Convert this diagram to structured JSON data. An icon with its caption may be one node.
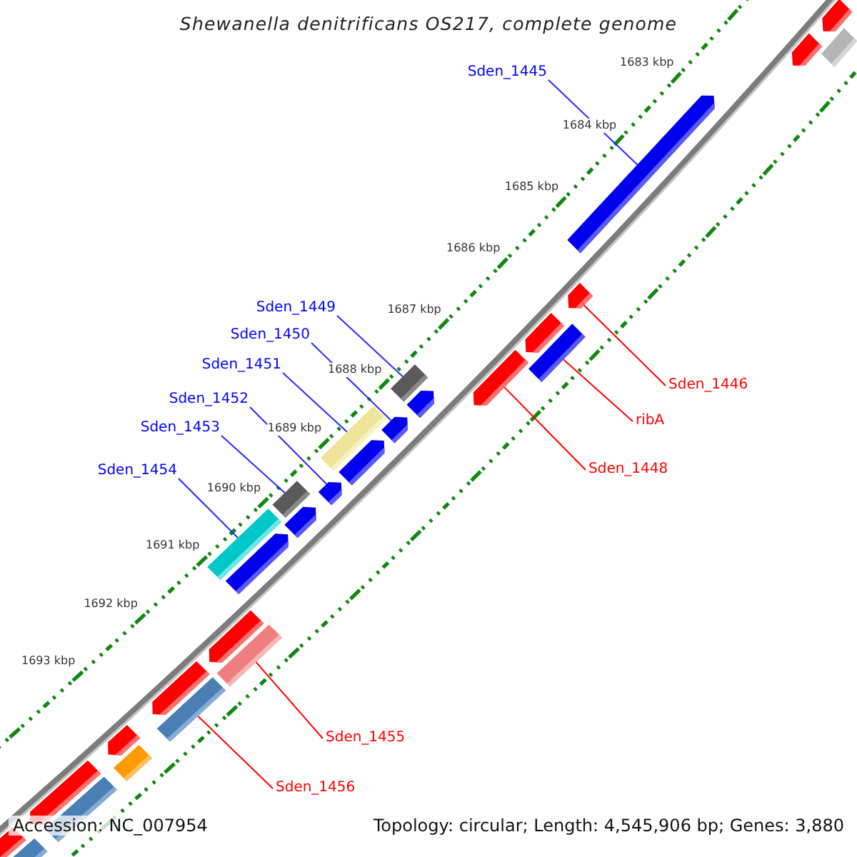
{
  "diagram": {
    "title": "Shewanella denitrificans OS217, complete genome",
    "nodes": [
      {
        "text": [
          "Sden_1445"
        ]
      },
      {
        "text": [
          "Sden_1449"
        ]
      },
      {
        "text": [
          "Sden_1450"
        ]
      },
      {
        "text": [
          "Sden_1446"
        ]
      },
      {
        "text": [
          "Sden_1451"
        ]
      },
      {
        "text": [
          "ribA"
        ]
      },
      {
        "text": [
          "Sden_1452"
        ]
      },
      {
        "text": [
          "Sden_1453"
        ]
      },
      {
        "text": [
          "Sden_1448"
        ]
      },
      {
        "text": [
          "Sden_1454"
        ]
      },
      {
        "text": [
          "Sden_1455"
        ]
      },
      {
        "text": [
          "Sden_1456"
        ]
      },
      {
        "text": [],
        "shape": "arrow"
      },
      {
        "text": [],
        "shape": "bar"
      },
      {
        "text": [],
        "shape": "arrow"
      },
      {
        "text": [],
        "shape": "arrow"
      },
      {
        "text": [],
        "shape": "arrow"
      },
      {
        "text": [],
        "shape": "arrow"
      },
      {
        "text": [],
        "shape": "bar"
      },
      {
        "text": [],
        "shape": "arrow"
      },
      {
        "text": [],
        "shape": "bar"
      },
      {
        "text": [],
        "shape": "arrow"
      },
      {
        "text": [],
        "shape": "arrow"
      },
      {
        "text": [],
        "shape": "bar"
      },
      {
        "text": [],
        "shape": "arrow"
      },
      {
        "text": [],
        "shape": "arrow"
      },
      {
        "text": [],
        "shape": "bar"
      },
      {
        "text": [],
        "shape": "arrow"
      },
      {
        "text": [],
        "shape": "bar"
      },
      {
        "text": [],
        "shape": "arrow"
      },
      {
        "text": [],
        "shape": "arrow"
      },
      {
        "text": [],
        "shape": "bar"
      },
      {
        "text": [],
        "shape": "arrow"
      },
      {
        "text": [],
        "shape": "bar"
      },
      {
        "text": [],
        "shape": "arrow"
      },
      {
        "text": [],
        "shape": "bar"
      },
      {
        "text": [],
        "shape": "arrow"
      },
      {
        "text": [],
        "shape": "bar"
      },
      {
        "text": [],
        "shape": "arrow"
      },
      {
        "text": [],
        "shape": "bar"
      }
    ],
    "edges": [
      {
        "from": 0,
        "to": 15,
        "arrow": "none"
      },
      {
        "from": 1,
        "to": 20,
        "arrow": "none"
      },
      {
        "from": 2,
        "to": 22,
        "arrow": "none"
      },
      {
        "from": 3,
        "to": 16,
        "arrow": "none",
        "color": "#ff0000"
      },
      {
        "from": 4,
        "to": 23,
        "arrow": "none"
      },
      {
        "from": 5,
        "to": 18,
        "arrow": "none",
        "color": "#ff0000"
      },
      {
        "from": 6,
        "to": 25,
        "arrow": "none"
      },
      {
        "from": 7,
        "to": 26,
        "arrow": "none"
      },
      {
        "from": 8,
        "to": 19,
        "arrow": "none",
        "color": "#ff0000"
      },
      {
        "from": 9,
        "to": 28,
        "arrow": "none"
      },
      {
        "from": 10,
        "to": 31,
        "arrow": "none",
        "color": "#ff0000"
      },
      {
        "from": 11,
        "to": 33,
        "arrow": "none",
        "color": "#ff0000"
      }
    ],
    "labels": [
      "1683 kbp",
      "1684 kbp",
      "1685 kbp",
      "1686 kbp",
      "1687 kbp",
      "1688 kbp",
      "1689 kbp",
      "1690 kbp",
      "1691 kbp",
      "1692 kbp",
      "1693 kbp",
      "Accession: NC_007954",
      "Topology: circular; Length: 4,545,906 bp; Genes: 3,880"
    ]
  }
}
